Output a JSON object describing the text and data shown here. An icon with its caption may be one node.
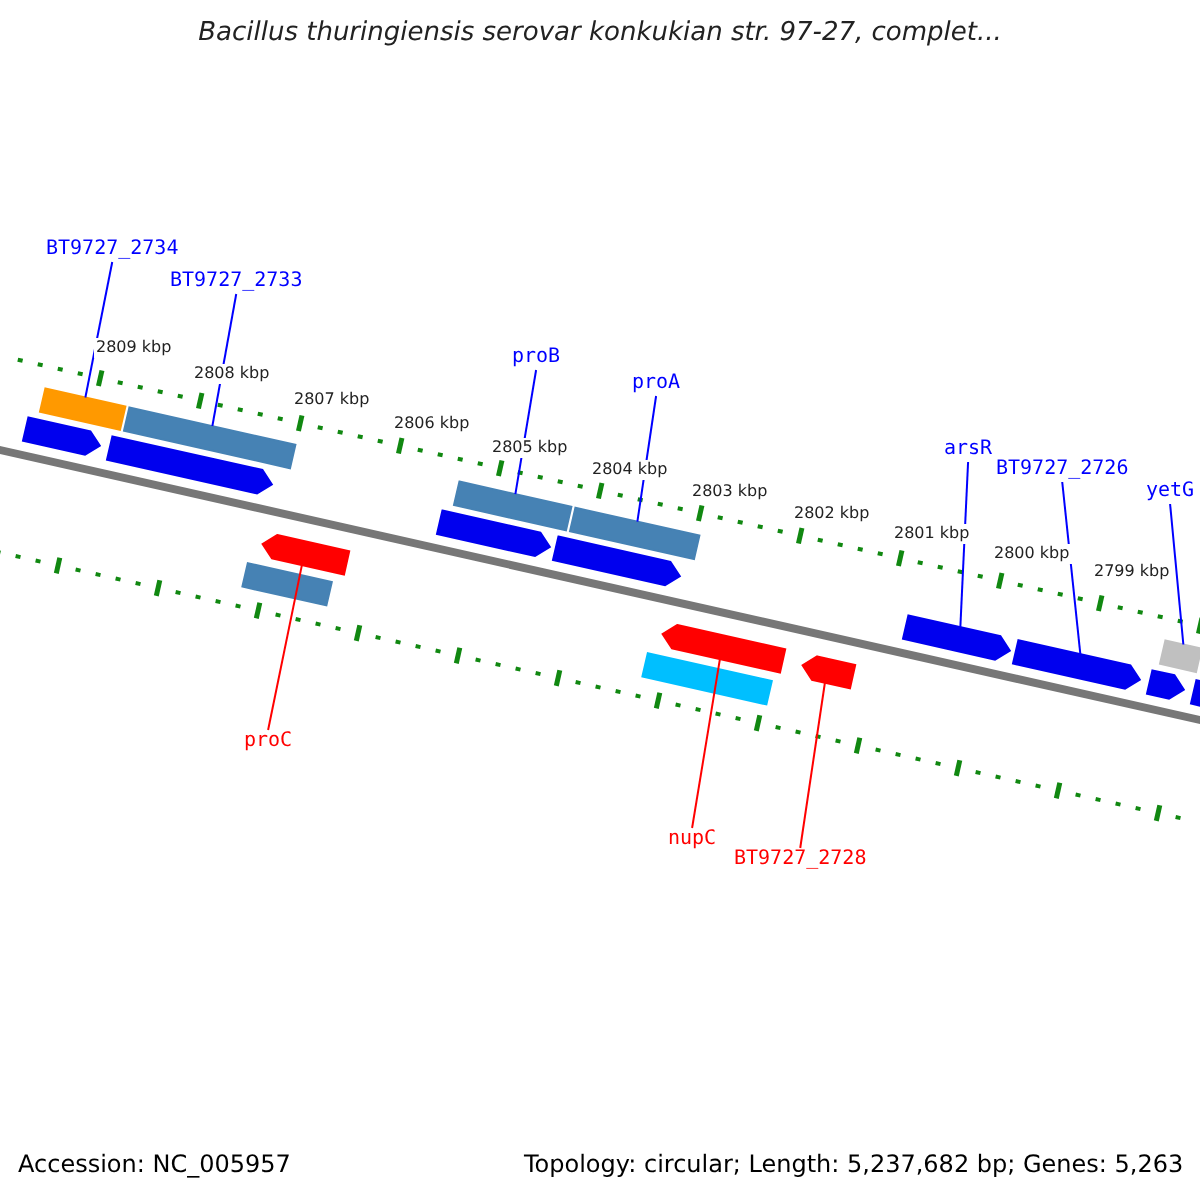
{
  "diagram": {
    "title": "Bacillus thuringiensis serovar konkukian str. 97-27, complet...",
    "nodes": [
      {
        "text": [
          "BT9727_2734"
        ]
      },
      {
        "text": [],
        "shape": "bar"
      },
      {
        "text": [
          "BT9727_2733"
        ]
      },
      {
        "text": [],
        "shape": "bar"
      },
      {
        "text": [
          "proB"
        ]
      },
      {
        "text": [],
        "shape": "bar"
      },
      {
        "text": [
          "proA"
        ]
      },
      {
        "text": [],
        "shape": "bar"
      },
      {
        "text": [
          "arsR"
        ]
      },
      {
        "text": [],
        "shape": "bar"
      },
      {
        "text": [
          "BT9727_2726"
        ]
      },
      {
        "text": [],
        "shape": "bar"
      },
      {
        "text": [
          "yetG"
        ]
      },
      {
        "text": [],
        "shape": "bar"
      },
      {
        "text": [
          "proC"
        ]
      },
      {
        "text": [],
        "shape": "bar"
      },
      {
        "text": [
          "nupC"
        ]
      },
      {
        "text": [],
        "shape": "bar"
      },
      {
        "text": [
          "BT9727_2728"
        ]
      },
      {
        "text": [],
        "shape": "bar"
      },
      {
        "text": [],
        "shape": "bar"
      },
      {
        "text": [],
        "shape": "bar"
      },
      {
        "text": [],
        "shape": "bar"
      },
      {
        "text": [],
        "shape": "bar"
      },
      {
        "text": [],
        "shape": "bar"
      },
      {
        "text": [],
        "shape": "bar"
      },
      {
        "text": [],
        "shape": "bar"
      },
      {
        "text": [],
        "shape": "bar"
      }
    ],
    "edges": [
      {
        "from": 0,
        "to": 1,
        "arrow": "none"
      },
      {
        "from": 2,
        "to": 3,
        "arrow": "none"
      },
      {
        "from": 4,
        "to": 5,
        "arrow": "none"
      },
      {
        "from": 6,
        "to": 7,
        "arrow": "none"
      },
      {
        "from": 8,
        "to": 9,
        "arrow": "none"
      },
      {
        "from": 10,
        "to": 11,
        "arrow": "none"
      },
      {
        "from": 12,
        "to": 13,
        "arrow": "none"
      },
      {
        "from": 14,
        "to": 15,
        "arrow": "none",
        "color": "#ff0000"
      },
      {
        "from": 16,
        "to": 17,
        "arrow": "none",
        "color": "#ff0000"
      },
      {
        "from": 18,
        "to": 19,
        "arrow": "none",
        "color": "#ff0000"
      }
    ],
    "labels": [
      "2809 kbp",
      "2808 kbp",
      "2807 kbp",
      "2806 kbp",
      "2805 kbp",
      "2804 kbp",
      "2803 kbp",
      "2802 kbp",
      "2801 kbp",
      "2800 kbp",
      "2799 kbp",
      "Accession: NC_005957",
      "Topology: circular; Length: 5,237,682 bp; Genes: 5,263"
    ]
  }
}
